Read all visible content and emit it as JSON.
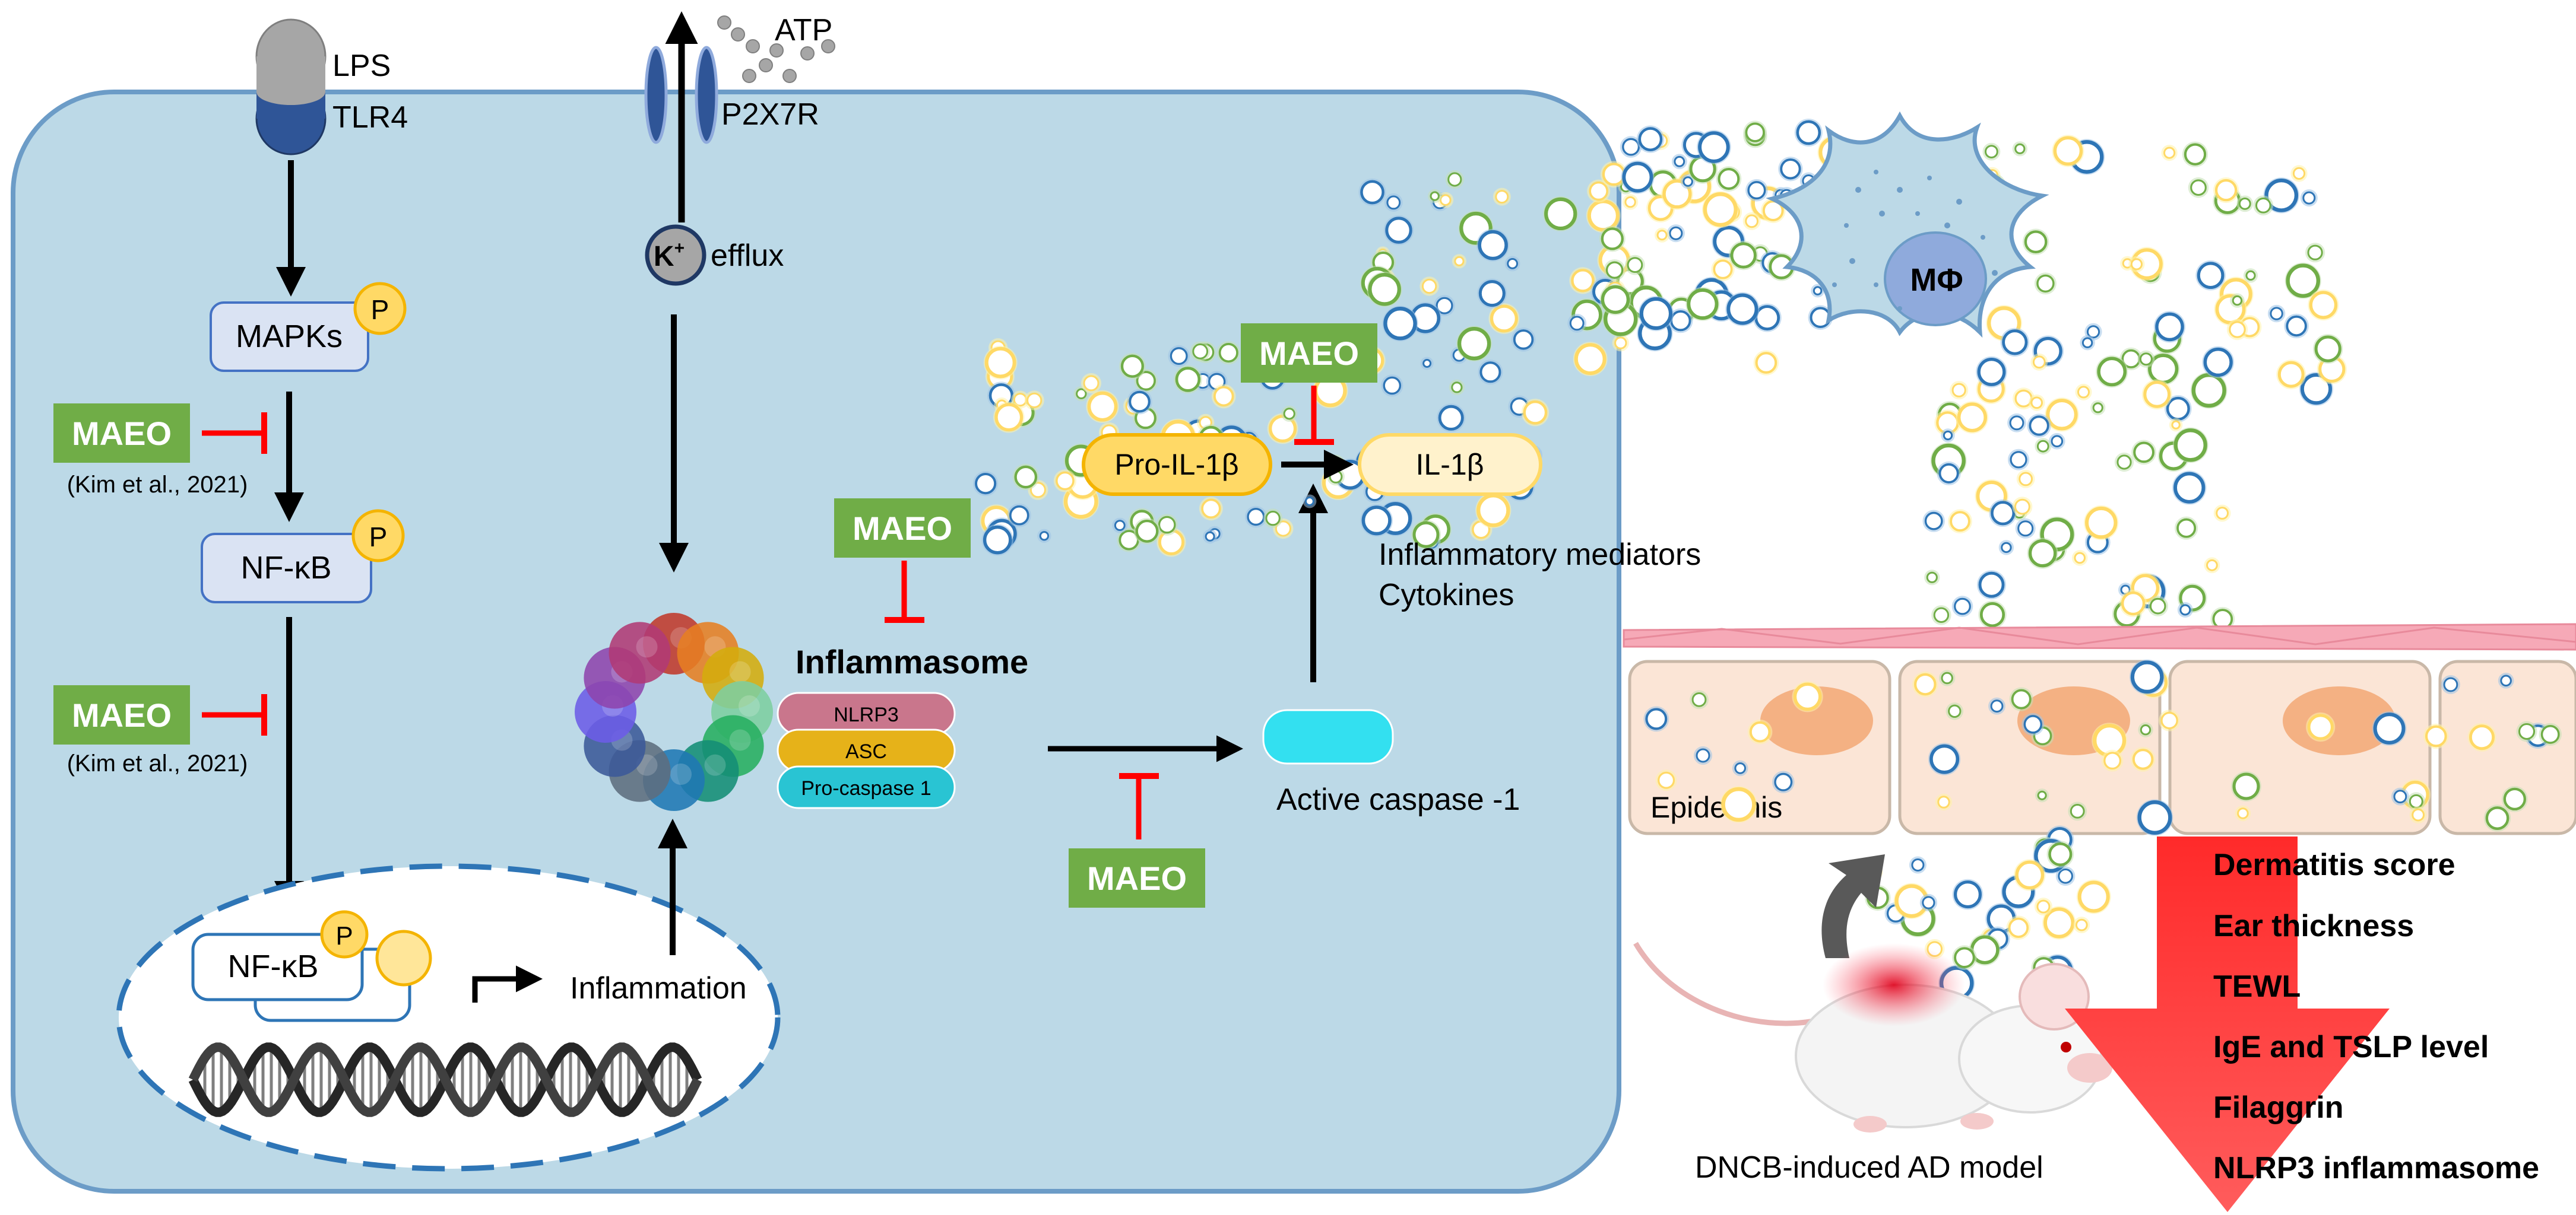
{
  "receptors": {
    "lps": "LPS",
    "tlr4": "TLR4",
    "atp": "ATP",
    "p2x7r": "P2X7R"
  },
  "ion": {
    "k_symbol": "K",
    "k_sup": "+",
    "efflux": "efflux"
  },
  "signaling": {
    "mapks": "MAPKs",
    "nfkb": "NF-κB",
    "phospho": "P",
    "nucleus_nfkb": "NF-κB",
    "inflammation": "Inflammation"
  },
  "inhibitor": {
    "label": "MAEO",
    "citation": "(Kim et al., 2021)"
  },
  "inflammasome": {
    "title": "Inflammasome",
    "components": [
      "NLRP3",
      "ASC",
      "Pro-caspase 1"
    ],
    "active_caspase": "Active caspase -1"
  },
  "cytokines": {
    "pro_il1b": "Pro-IL-1β",
    "il1b": "IL-1β",
    "mediators_line1": "Inflammatory mediators",
    "mediators_line2": "Cytokines"
  },
  "tissue": {
    "macrophage": "MΦ",
    "epidermis": "Epidermis",
    "model": "DNCB-induced AD model"
  },
  "outcomes": [
    "Dermatitis score",
    "Ear thickness",
    "TEWL",
    "IgE and TSLP level",
    "Filaggrin",
    "NLRP3 inflammasome"
  ],
  "colors": {
    "cell": "#bcd9e7",
    "cell_border": "#6c9cc7",
    "maeo": "#70ad47",
    "inhibit": "#ff0000",
    "phospho": "#ffd966",
    "outcome_arrow": "#ff3333"
  }
}
